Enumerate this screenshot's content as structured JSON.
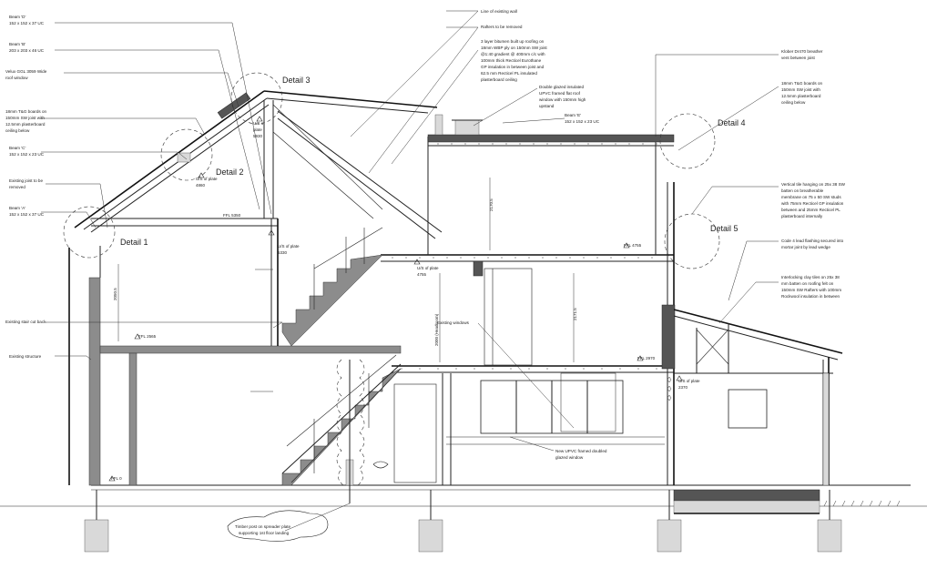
{
  "details": [
    {
      "id": "detail-1",
      "text": "Detail 1"
    },
    {
      "id": "detail-2",
      "text": "Detail 2"
    },
    {
      "id": "detail-3",
      "text": "Detail 3"
    },
    {
      "id": "detail-4",
      "text": "Detail 4"
    },
    {
      "id": "detail-5",
      "text": "Detail 5"
    }
  ],
  "notes": {
    "beam_d": [
      "Beam 'D'",
      "152 x 152 x 37 UC"
    ],
    "beam_b": [
      "Beam 'B'",
      "203 x 203 x 46 UC"
    ],
    "velux": [
      "Velux GGL 3059 Wide",
      "roof window"
    ],
    "boards_left": [
      "18mm T&G boards on",
      "150mm SW joist with",
      "12.5mm  plasterboard",
      "ceiling below"
    ],
    "beam_c": [
      "Beam 'C'",
      "152 x 152 x 23 UC"
    ],
    "existing_joist": [
      "Existing joist to be",
      "removed"
    ],
    "beam_a": [
      "Beam 'A'",
      "152 x 152 x 37 UC"
    ],
    "existing_stair": [
      "Existing stair cut back"
    ],
    "existing_structure": [
      "Existing structure"
    ],
    "existing_wall": [
      "Line of existing wall"
    ],
    "rafters": [
      "Rafters to be removed"
    ],
    "bitumen": [
      "3 layer bitumen built up roofing on",
      "18mm WBP ply on 150mm SW joist",
      "@1:40 gradient @ 400mm c/c with",
      "100mm thick Recticel Eurothane",
      "GP insulation in between joist and",
      "62.5 mm Recticel PL insulated",
      "plasterboard ceiling"
    ],
    "rooflight": [
      "Double glazed insulated",
      "UPVC framed flat roof",
      "window with 150mm high",
      "upstand"
    ],
    "beam_e": [
      "Beam 'E'",
      "152 x 152 x 23 UC"
    ],
    "klober": [
      "Klober Dr470 breather",
      "vent between joist"
    ],
    "boards_right": [
      "18mm T&G boards on",
      "150mm SW joist with",
      "12.5mm plasterboard",
      "ceiling below"
    ],
    "tile_hanging": [
      "Vertical tile hanging on 25x 38 SW",
      "batten on breatherable",
      "membrane on 75 x 50 SW studs",
      "with 75mm Recticel GP insulation",
      "between and 25mm Recticel PL",
      "plasterboard internally"
    ],
    "code4": [
      "Code 4 lead flashing secured into",
      "mortar joint by lead wedge"
    ],
    "interlocking": [
      "Interlocking clay tiles on 25x 38",
      "mm batten on roofing felt on",
      "150mm SW Rafters with 100mm",
      "Rockwool insulation in between"
    ],
    "existing_windows": [
      "Existing windows"
    ],
    "new_upvc": [
      "New UPVC framed doubled",
      "glazed window"
    ],
    "timber_post": [
      "Timber post on spreader plate",
      "supporting 1st floor landing"
    ]
  },
  "levels": {
    "ffl_5350": "FFL 5350",
    "ffl_2565": "FFL 2565",
    "ffl_0": "FFL 0",
    "ffl_4755": "FFL 4755",
    "ffl_2970": "FFL 2970",
    "uos_4860": [
      "U/S of plate",
      "4860"
    ],
    "uos_5930": [
      "U/S of",
      "plate",
      "5930"
    ],
    "uos_5330": [
      "U/S of plate",
      "5330"
    ],
    "uos_4755": [
      "U/S of plate",
      "4755"
    ],
    "uos_2370": [
      "U/S of plate",
      "2370"
    ]
  },
  "dimensions": {
    "d2050": "2050.5",
    "d2000": "2000 (Headroom)",
    "d2170": "2170.5",
    "d2170b": "2171.5"
  }
}
